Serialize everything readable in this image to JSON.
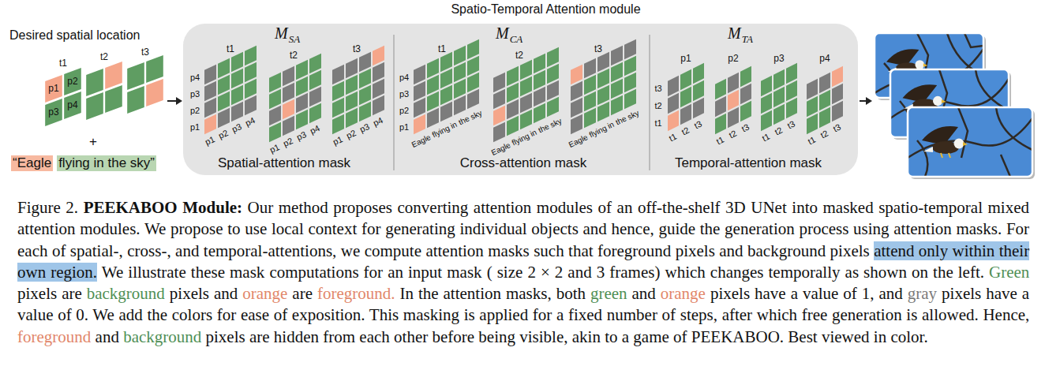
{
  "diagram": {
    "caption": "Figure 2. PEEKABOO Module: Our method proposes converting attention modules of an off-the-shelf 3D UNet into masked spatio-temporal mixed attention modules. We propose to use local context for generating individual objects and hence, guide the generation process using attention masks. For each of spatial-, cross-, and temporal-attentions, we compute attention masks such that foreground pixels and background pixels attend only within their own region. We illustrate these mask computations for an input mask ( size 2 × 2 and 3 frames) which changes temporally as shown on the left. Green pixels are background pixels and orange are foreground. In the attention masks, both green and orange pixels have a value of 1, and gray pixels have a value of 0. We add the colors for ease of exposition. This masking is applied for a fixed number of steps, after which free generation is allowed. Hence, foreground and background pixels are hidden from each other before being visible, akin to a game of PEEKABOO. Best viewed in color.",
    "nodes": [
      {
        "text": [
          "Spatio-Temporal Attention module"
        ]
      }
    ],
    "labels": [
      "Desired spatial location",
      "t1",
      "t2",
      "t3",
      "p1",
      "p2",
      "p3",
      "p4",
      "+",
      "“Eagle",
      "flying in the sky”",
      "M",
      "SA",
      "t1",
      "t2",
      "t3",
      "p4",
      "p3",
      "p2",
      "p1",
      "p1",
      "p2",
      "p3",
      "p4",
      "p1",
      "p2",
      "p3",
      "p4",
      "p1",
      "p2",
      "p3",
      "p4",
      "Spatial-attention mask",
      "M",
      "CA",
      "t1",
      "t2",
      "t3",
      "p4",
      "p3",
      "p2",
      "p1",
      "Eagle",
      "flying",
      "in",
      "the",
      "sky",
      "Eagle",
      "flying",
      "in",
      "the",
      "sky",
      "Eagle",
      "flying",
      "in",
      "the",
      "sky",
      "Cross-attention mask",
      "M",
      "TA",
      "p1",
      "p2",
      "p3",
      "p4",
      "t3",
      "t2",
      "t1",
      "t1",
      "t2",
      "t3",
      "t1",
      "t2",
      "t3",
      "t1",
      "t2",
      "t3",
      "t1",
      "t2",
      "t3",
      "Temporal-attention mask"
    ]
  }
}
